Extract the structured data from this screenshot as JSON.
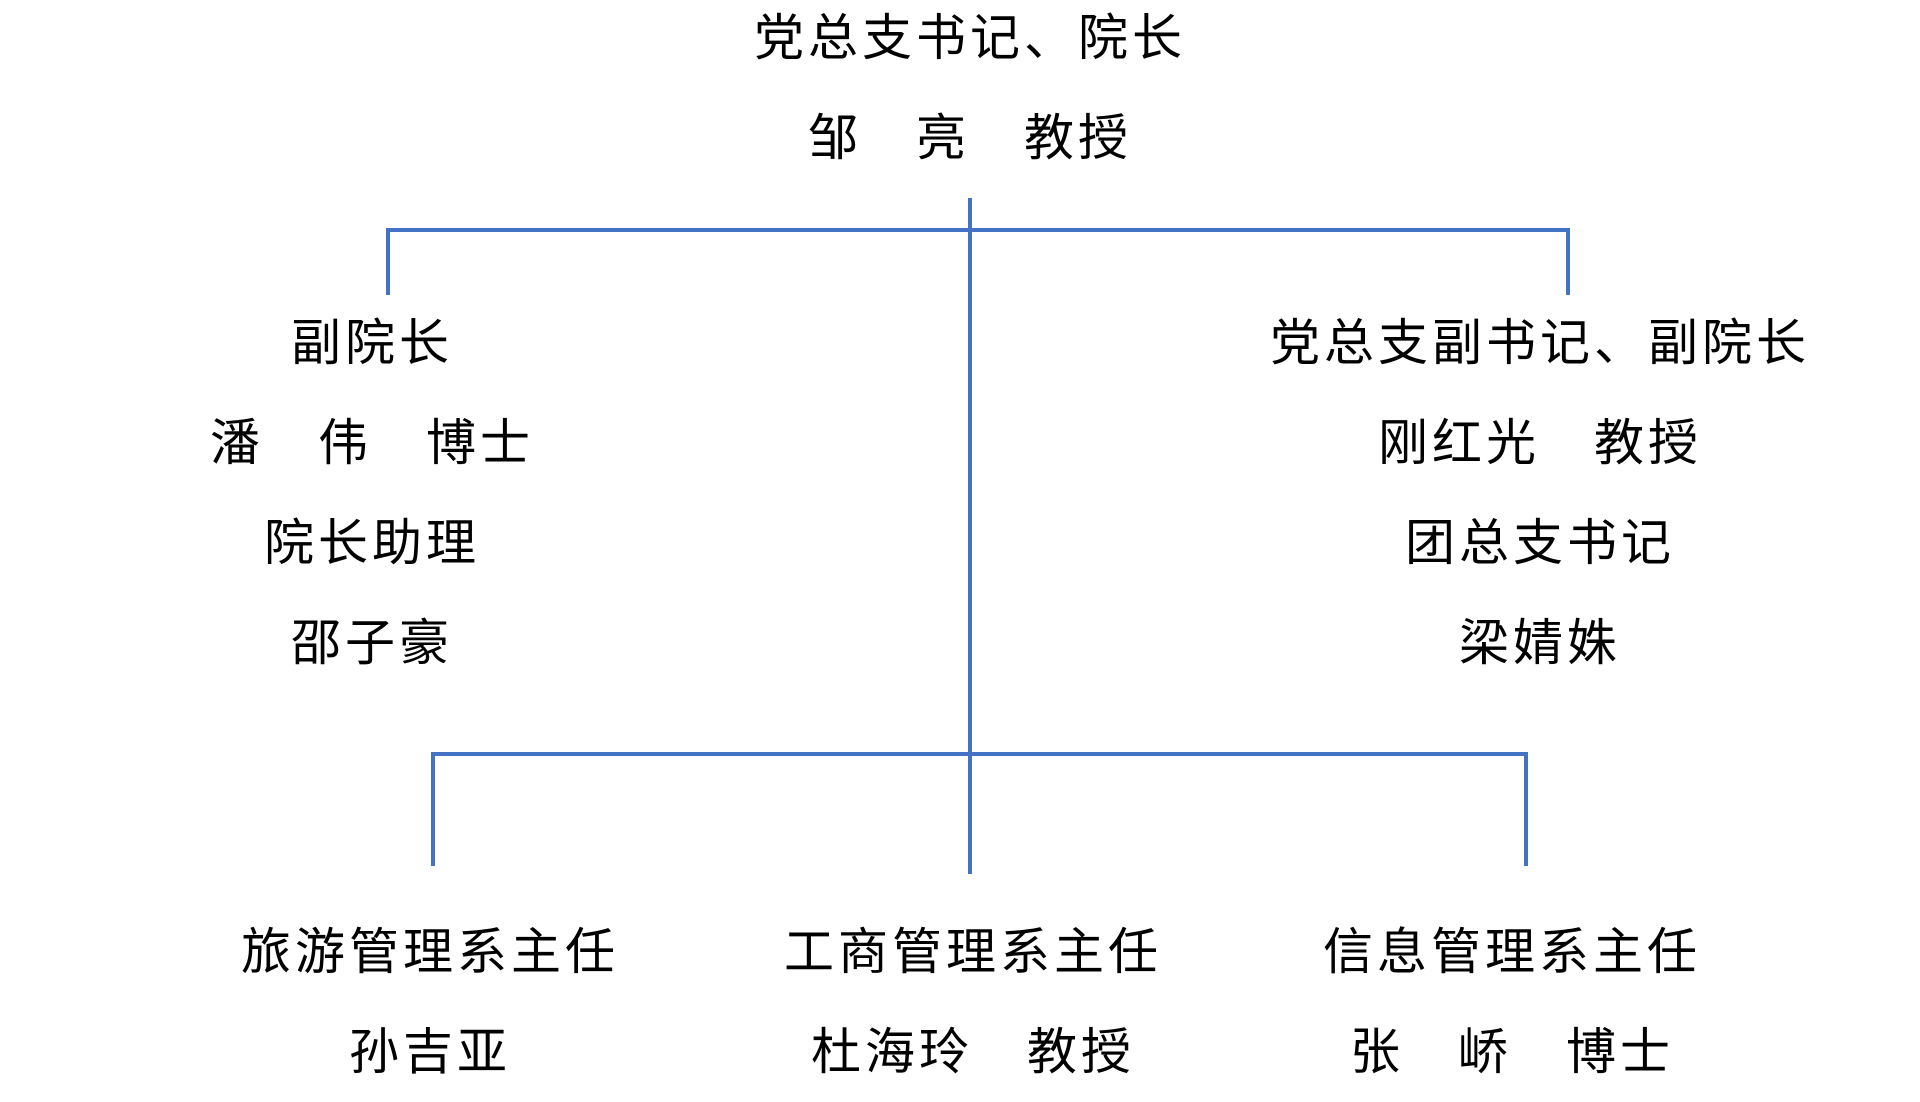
{
  "colors": {
    "connector": "#4472C4",
    "text": "#000000",
    "background": "#FFFFFF"
  },
  "top": {
    "title": "党总支书记、院长",
    "name": "邹　亮　教授"
  },
  "left": {
    "title": "副院长",
    "name": "潘　伟　博士",
    "title2": "院长助理",
    "name2": "邵子豪"
  },
  "right": {
    "title": "党总支副书记、副院长",
    "name": "刚红光　教授",
    "title2": "团总支书记",
    "name2": "梁婧姝"
  },
  "departments": [
    {
      "title": "旅游管理系主任",
      "name": "孙吉亚"
    },
    {
      "title": "工商管理系主任",
      "name": "杜海玲　教授"
    },
    {
      "title": "信息管理系主任",
      "name": "张　峤　博士"
    }
  ]
}
